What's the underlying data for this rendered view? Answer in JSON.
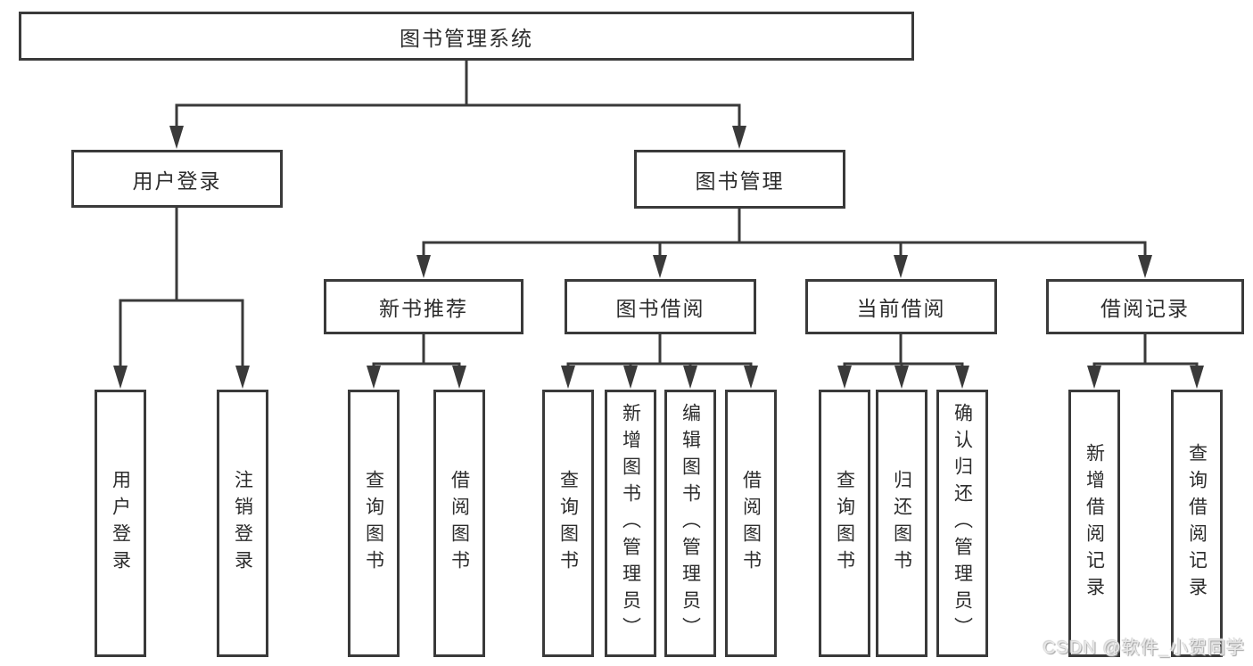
{
  "style": {
    "ink_color": "#3a3a3a",
    "text_color": "#2d2d2d",
    "background_color": "#ffffff",
    "watermark_color": "#e9e9e9"
  },
  "watermark": {
    "text": "CSDN @软件_小贺同学"
  },
  "tree": {
    "root": {
      "label": "图书管理系统",
      "children": [
        {
          "label": "用户登录",
          "children": [
            {
              "label": "用户登录"
            },
            {
              "label": "注销登录"
            }
          ]
        },
        {
          "label": "图书管理",
          "children": [
            {
              "label": "新书推荐",
              "children": [
                {
                  "label": "查询图书"
                },
                {
                  "label": "借阅图书"
                }
              ]
            },
            {
              "label": "图书借阅",
              "children": [
                {
                  "label": "查询图书"
                },
                {
                  "label": "新增图书（管理员）"
                },
                {
                  "label": "编辑图书（管理员）"
                },
                {
                  "label": "借阅图书"
                }
              ]
            },
            {
              "label": "当前借阅",
              "children": [
                {
                  "label": "查询图书"
                },
                {
                  "label": "归还图书"
                },
                {
                  "label": "确认归还（管理员）"
                }
              ]
            },
            {
              "label": "借阅记录",
              "children": [
                {
                  "label": "新增借阅记录"
                },
                {
                  "label": "查询借阅记录"
                }
              ]
            }
          ]
        }
      ]
    }
  }
}
